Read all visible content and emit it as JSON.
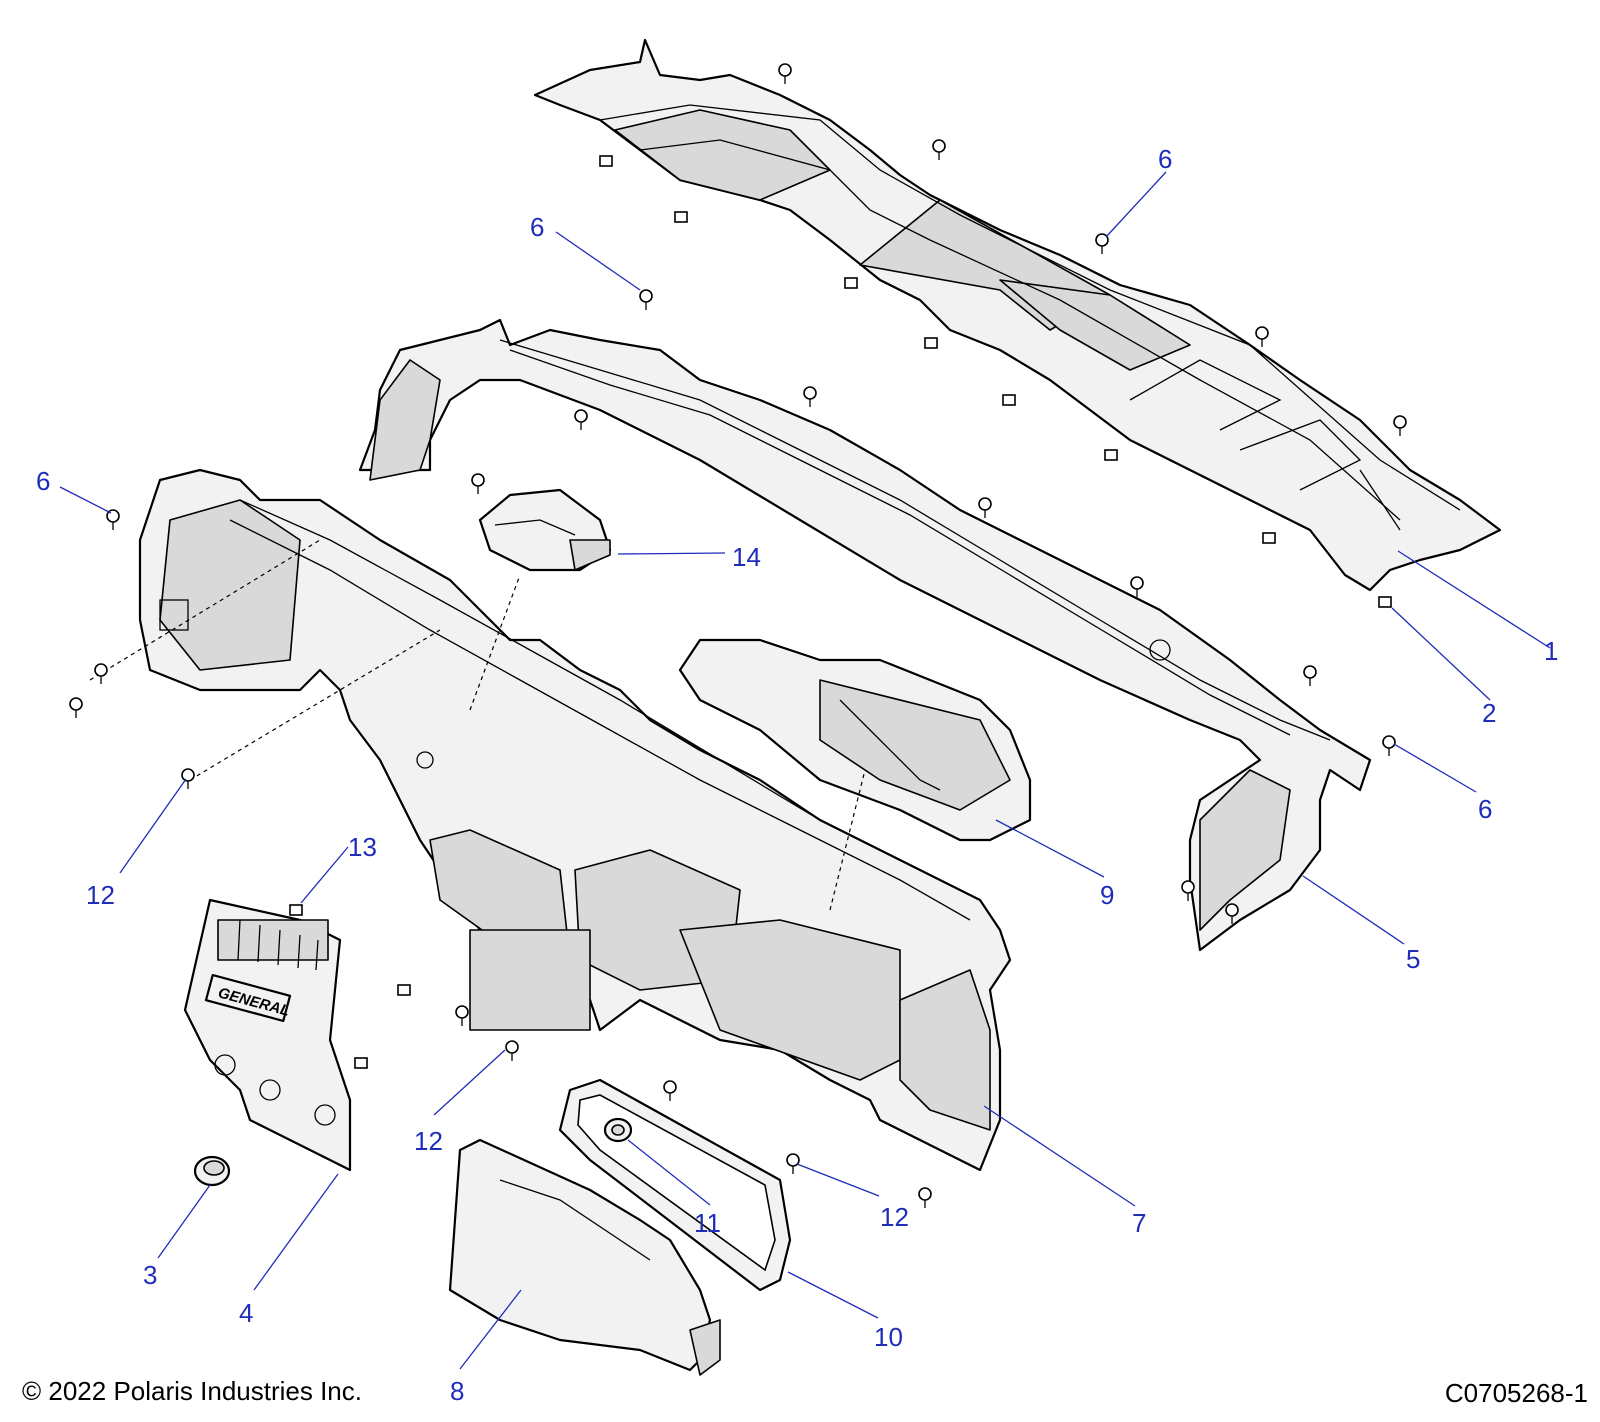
{
  "callouts": [
    {
      "id": "c1",
      "label": "1"
    },
    {
      "id": "c2",
      "label": "2"
    },
    {
      "id": "c3",
      "label": "3"
    },
    {
      "id": "c4",
      "label": "4"
    },
    {
      "id": "c5",
      "label": "5"
    },
    {
      "id": "c6a",
      "label": "6"
    },
    {
      "id": "c6b",
      "label": "6"
    },
    {
      "id": "c6c",
      "label": "6"
    },
    {
      "id": "c6d",
      "label": "6"
    },
    {
      "id": "c7",
      "label": "7"
    },
    {
      "id": "c8",
      "label": "8"
    },
    {
      "id": "c9",
      "label": "9"
    },
    {
      "id": "c10",
      "label": "10"
    },
    {
      "id": "c11",
      "label": "11"
    },
    {
      "id": "c12a",
      "label": "12"
    },
    {
      "id": "c12b",
      "label": "12"
    },
    {
      "id": "c12c",
      "label": "12"
    },
    {
      "id": "c13",
      "label": "13"
    },
    {
      "id": "c14",
      "label": "14"
    }
  ],
  "badge_text": "GENERAL",
  "footer": {
    "copyright": "© 2022 Polaris Industries Inc.",
    "diagram_code": "C0705268-1"
  },
  "colors": {
    "callout": "#1f2db8",
    "line": "#000000",
    "part_fill": "#f2f2f2"
  }
}
